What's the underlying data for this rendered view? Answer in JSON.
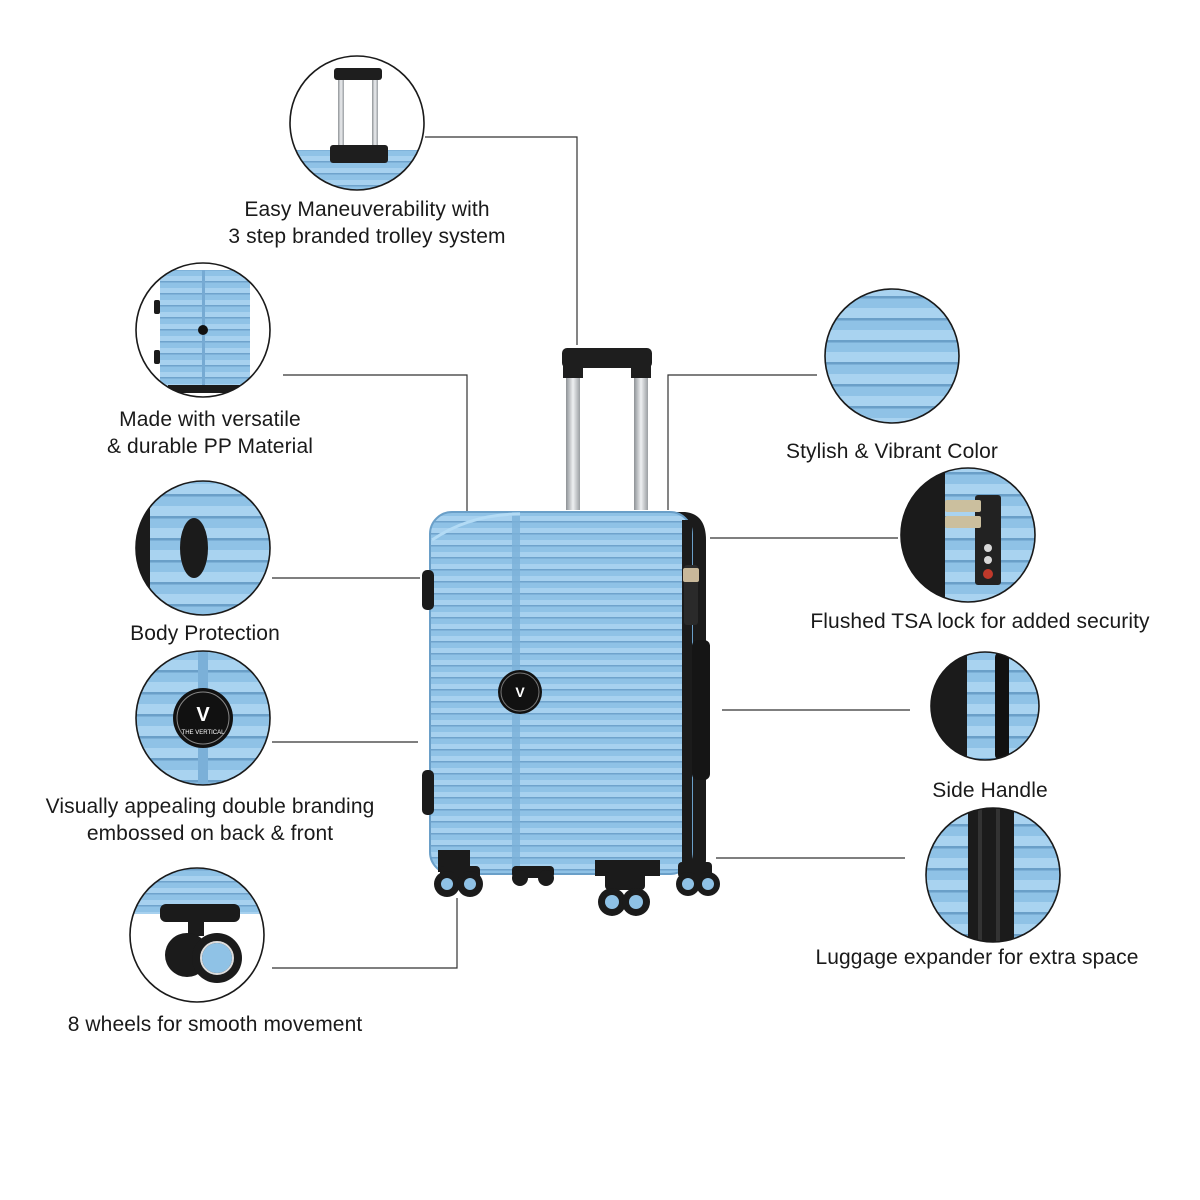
{
  "colors": {
    "shell": "#8fc2e6",
    "shell_dark": "#6fa8d2",
    "rib": "#a9d2ee",
    "black": "#1b1b1b",
    "chrome": "#c9ccd0",
    "line": "#333333"
  },
  "brand": {
    "mark": "V",
    "name": "THE VERTICAL"
  },
  "features": [
    {
      "id": "trolley",
      "lines": [
        "Easy Maneuverability with",
        "3 step branded trolley system"
      ],
      "icon": "trolley-handle-icon"
    },
    {
      "id": "material",
      "lines": [
        "Made with versatile",
        "& durable PP Material"
      ],
      "icon": "suitcase-icon"
    },
    {
      "id": "protection",
      "lines": [
        "Body Protection"
      ],
      "icon": "corner-guard-icon"
    },
    {
      "id": "branding",
      "lines": [
        "Visually appealing double branding",
        "embossed on back & front"
      ],
      "icon": "logo-badge-icon"
    },
    {
      "id": "wheels",
      "lines": [
        "8 wheels for smooth movement"
      ],
      "icon": "spinner-wheel-icon"
    },
    {
      "id": "color",
      "lines": [
        "Stylish & Vibrant Color"
      ],
      "icon": "color-ribs-icon"
    },
    {
      "id": "tsa",
      "lines": [
        "Flushed TSA lock for added security"
      ],
      "icon": "tsa-lock-icon"
    },
    {
      "id": "handle",
      "lines": [
        "Side Handle"
      ],
      "icon": "side-handle-icon"
    },
    {
      "id": "expander",
      "lines": [
        "Luggage expander for extra space"
      ],
      "icon": "expander-zipper-icon"
    }
  ]
}
